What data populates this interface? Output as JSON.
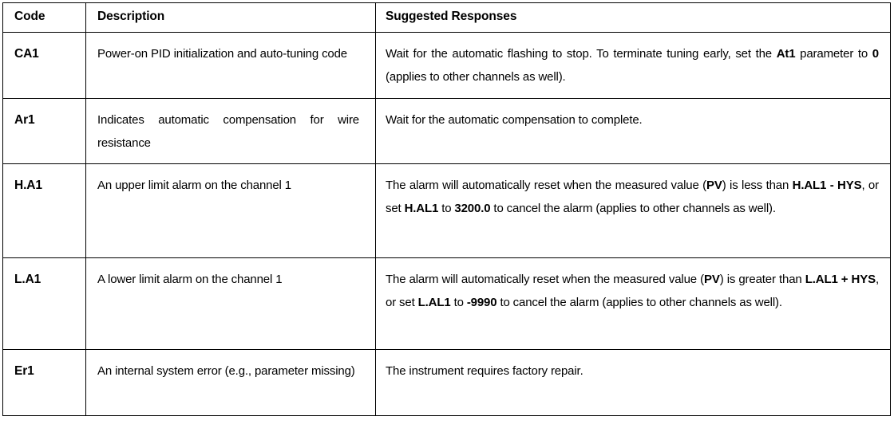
{
  "table": {
    "columns": [
      {
        "key": "code",
        "label": "Code"
      },
      {
        "key": "description",
        "label": "Description"
      },
      {
        "key": "response",
        "label": "Suggested Responses"
      }
    ],
    "rows": [
      {
        "code": "CA1",
        "description": "Power-on PID initialization and auto-tuning code",
        "response_parts": [
          {
            "text": "Wait for the automatic flashing to stop. To terminate tuning early, set the ",
            "bold": false
          },
          {
            "text": "At1",
            "bold": true
          },
          {
            "text": " parameter to ",
            "bold": false
          },
          {
            "text": "0",
            "bold": true
          },
          {
            "text": " (applies to other channels as well).",
            "bold": false
          }
        ]
      },
      {
        "code": "Ar1",
        "description": "  Indicates automatic compensation for wire resistance",
        "response_parts": [
          {
            "text": "Wait for the automatic compensation to complete.",
            "bold": false
          }
        ]
      },
      {
        "code": "H.A1",
        "description": "An upper limit alarm on the channel 1",
        "response_parts": [
          {
            "text": "The alarm will automatically reset when the measured value (",
            "bold": false
          },
          {
            "text": "PV",
            "bold": true
          },
          {
            "text": ") is less than ",
            "bold": false
          },
          {
            "text": "H.AL1 - HYS",
            "bold": true
          },
          {
            "text": ", or set ",
            "bold": false
          },
          {
            "text": "H.AL1",
            "bold": true
          },
          {
            "text": " to ",
            "bold": false
          },
          {
            "text": "3200.0",
            "bold": true
          },
          {
            "text": " to cancel the alarm (applies to other channels as well).",
            "bold": false
          }
        ]
      },
      {
        "code": "L.A1",
        "description": "A lower limit alarm on the channel 1",
        "response_parts": [
          {
            "text": "The alarm will automatically reset when the measured value (",
            "bold": false
          },
          {
            "text": "PV",
            "bold": true
          },
          {
            "text": ") is greater than ",
            "bold": false
          },
          {
            "text": "L.AL1 + HYS",
            "bold": true
          },
          {
            "text": ", or set ",
            "bold": false
          },
          {
            "text": "L.AL1",
            "bold": true
          },
          {
            "text": " to ",
            "bold": false
          },
          {
            "text": "-9990",
            "bold": true
          },
          {
            "text": " to cancel the alarm (applies to other channels as well).",
            "bold": false
          }
        ]
      },
      {
        "code": "Er1",
        "description": "An internal system error (e.g., parameter missing)",
        "response_parts": [
          {
            "text": "The instrument requires factory repair.",
            "bold": false
          }
        ]
      }
    ]
  },
  "style": {
    "border_color": "#000000",
    "text_color": "#000000",
    "background": "#ffffff"
  }
}
